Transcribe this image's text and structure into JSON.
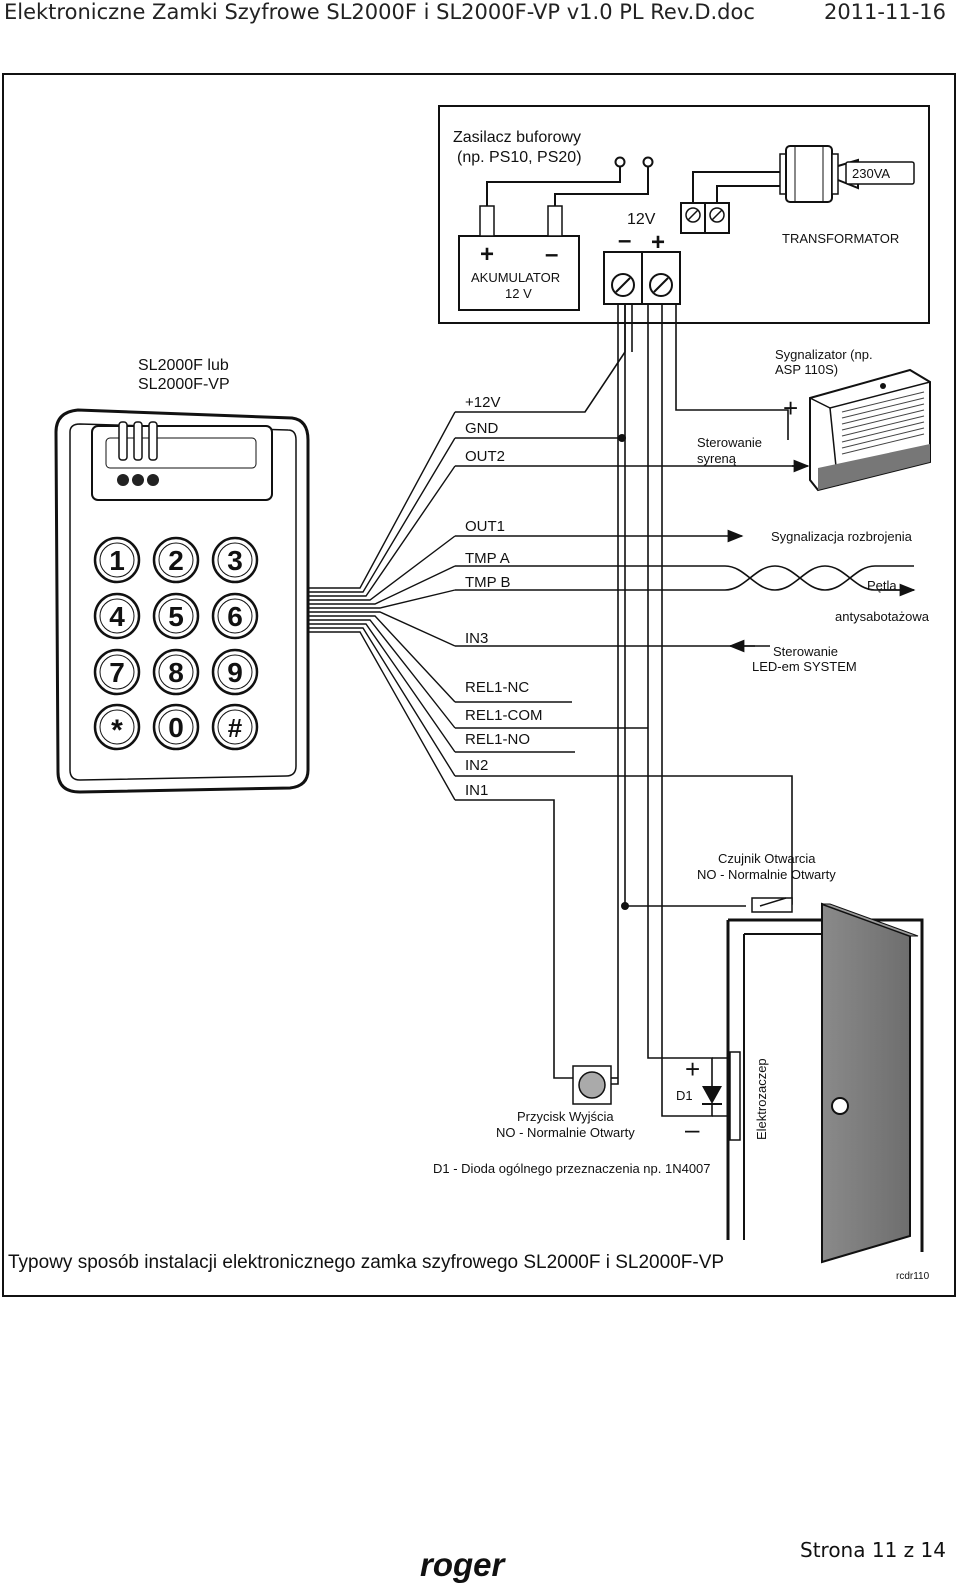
{
  "header": {
    "doc_title": "Elektroniczne Zamki Szyfrowe SL2000F i SL2000F-VP v1.0 PL Rev.D.doc",
    "date": "2011-11-16"
  },
  "psu": {
    "title_line1": "Zasilacz buforowy",
    "title_line2": "(np. PS10, PS20)",
    "battery_line1": "AKUMULATOR",
    "battery_line2": "12 V",
    "battery_plus": "+",
    "battery_minus": "–",
    "dc_label": "12V",
    "dc_minus": "–",
    "dc_plus": "+",
    "transformer_label": "TRANSFORMATOR",
    "mains_label": "230VA"
  },
  "device": {
    "name_line1": "SL2000F lub",
    "name_line2": "SL2000F-VP",
    "keys": [
      "1",
      "2",
      "3",
      "4",
      "5",
      "6",
      "7",
      "8",
      "9",
      "*",
      "0",
      "#"
    ]
  },
  "terminals": [
    "+12V",
    "GND",
    "OUT2",
    "OUT1",
    "TMP A",
    "TMP B",
    "IN3",
    "REL1-NC",
    "REL1-COM",
    "REL1-NO",
    "IN2",
    "IN1"
  ],
  "siren": {
    "label_line1": "Sygnalizator (np.",
    "label_line2": "ASP 110S)",
    "plus": "+",
    "control_line1": "Sterowanie",
    "control_line2": "syreną"
  },
  "signals": {
    "disarm": "Sygnalizacja rozbrojenia",
    "tamper_line1": "Pętla",
    "tamper_line2": "antysabotażowa",
    "led_line1": "Sterowanie",
    "led_line2": "LED-em SYSTEM"
  },
  "door": {
    "sensor_line1": "Czujnik Otwarcia",
    "sensor_line2": "NO - Normalnie Otwarty",
    "exit_line1": "Przycisk Wyjścia",
    "exit_line2": "NO - Normalnie Otwarty",
    "diode": "D1",
    "strike": "Elektrozaczep",
    "plus": "+",
    "minus": "–",
    "diode_note": "D1 - Dioda ogólnego przeznaczenia np. 1N4007"
  },
  "caption": "Typowy sposób instalacji elektronicznego zamka szyfrowego SL2000F i SL2000F-VP",
  "figure_ref": "rcdr110",
  "footer": {
    "logo_text": "roger",
    "page": "Strona 11 z 14"
  }
}
